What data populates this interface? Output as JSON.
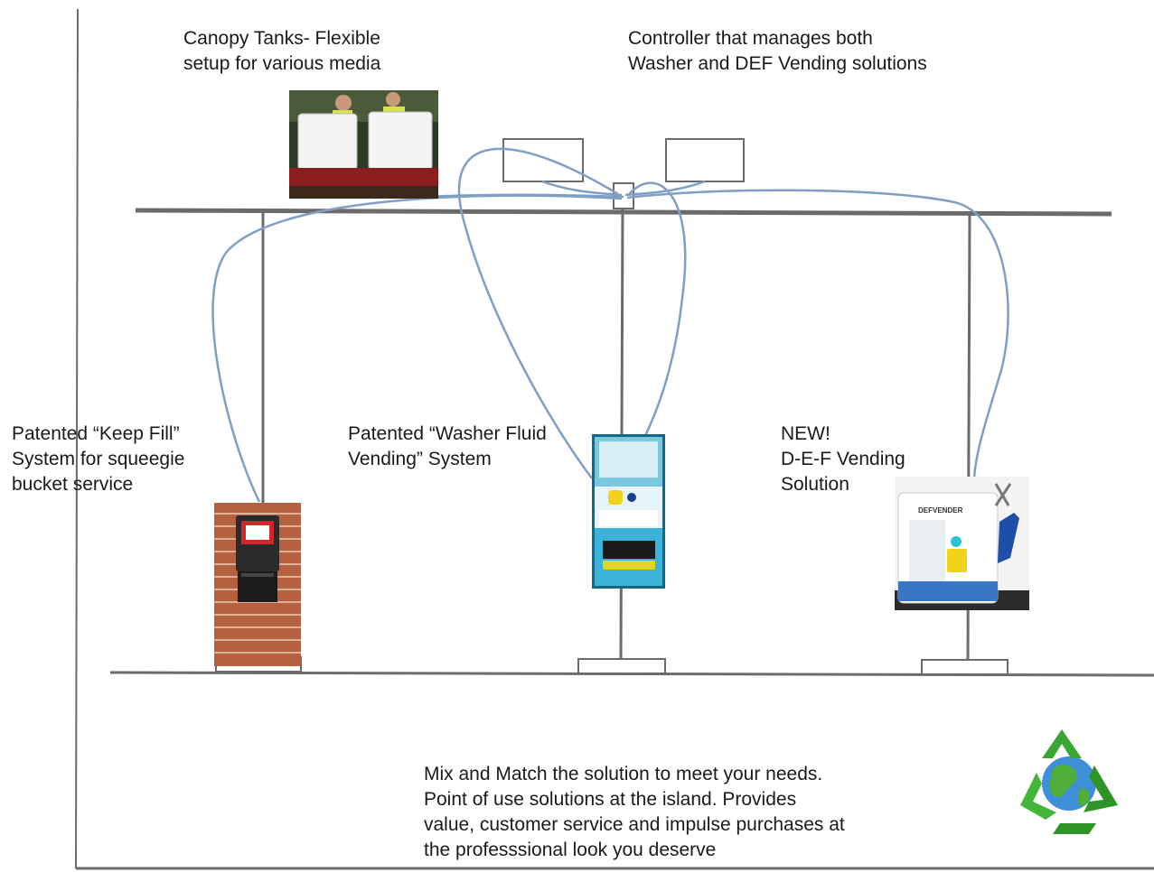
{
  "labels": {
    "canopy_tanks": [
      "Canopy Tanks- Flexible",
      "setup for various media"
    ],
    "controller": [
      "Controller that manages both",
      "Washer and DEF Vending solutions"
    ],
    "keep_fill": [
      "Patented “Keep Fill”",
      "System for squeegie",
      "bucket service"
    ],
    "washer_fluid": [
      "Patented “Washer Fluid",
      "Vending” System"
    ],
    "def_vending": [
      "NEW!",
      "D-E-F Vending",
      "Solution"
    ],
    "footer": [
      "Mix and Match the solution to meet your needs.",
      "Point of use solutions at the island.  Provides",
      "value, customer service and impulse purchases at",
      "the professsional look you deserve"
    ]
  },
  "device_text": {
    "def_vender_brand": "DEFVENDER"
  },
  "colors": {
    "structure": "#6b6b6b",
    "hose": "#7f9fc4",
    "recycle_green": "#3aa531",
    "brick": "#b5613f"
  },
  "icons": {
    "recycle": "recycle-globe-icon"
  }
}
